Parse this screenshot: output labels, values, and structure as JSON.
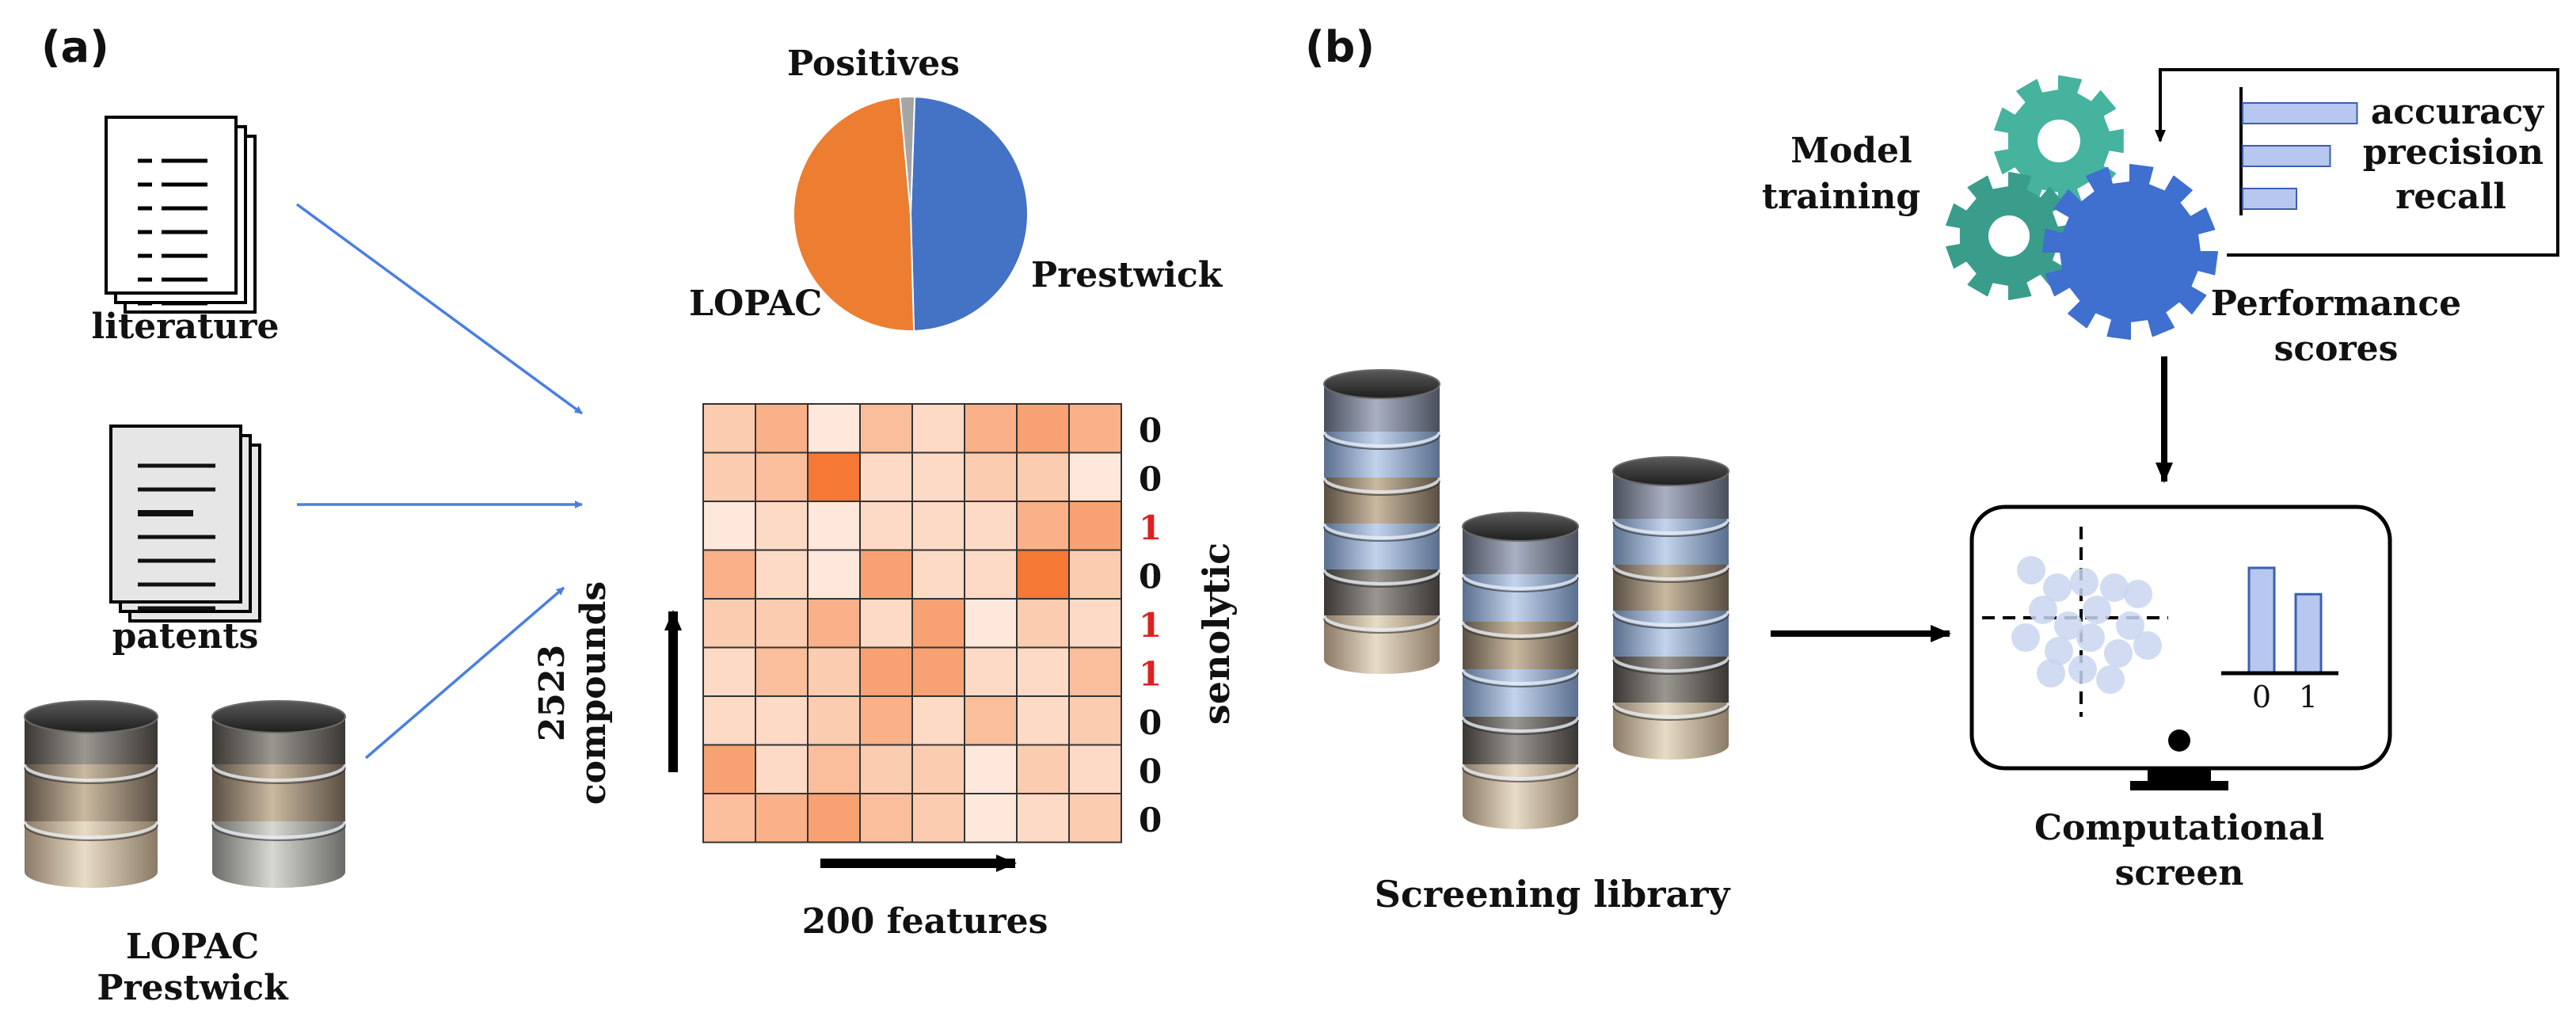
{
  "panels": {
    "a": {
      "label": "(a)",
      "sources": {
        "literature": "literature",
        "patents": "patents",
        "databases_line1": "LOPAC",
        "databases_line2": "Prestwick"
      },
      "pie": {
        "title": "Positives",
        "labels": [
          "LOPAC",
          "Prestwick"
        ]
      },
      "matrix": {
        "y_label_line1": "2523",
        "y_label_line2": "compounds",
        "x_label": "200 features",
        "target_label": "senolytic",
        "target_values": [
          "0",
          "0",
          "1",
          "0",
          "1",
          "1",
          "0",
          "0",
          "0"
        ]
      }
    },
    "b": {
      "label": "(b)",
      "model_training_line1": "Model",
      "model_training_line2": "training",
      "metrics": [
        "accuracy",
        "precision",
        "recall"
      ],
      "performance_line1": "Performance",
      "performance_line2": "scores",
      "library_label": "Screening library",
      "screen_line1": "Computational",
      "screen_line2": "screen",
      "bar_ticks": [
        "0",
        "1"
      ]
    }
  },
  "chart_data": [
    {
      "type": "pie",
      "title": "Positives",
      "labels": [
        "Prestwick",
        "LOPAC",
        ""
      ],
      "values": [
        49,
        49,
        2
      ],
      "colors": [
        "#4472c4",
        "#ed7d31",
        "#a5a5a5"
      ]
    },
    {
      "type": "heatmap",
      "rows": 9,
      "cols": 8,
      "values": [
        [
          0.3,
          0.5,
          0.1,
          0.4,
          0.2,
          0.5,
          0.6,
          0.5
        ],
        [
          0.3,
          0.4,
          0.9,
          0.2,
          0.2,
          0.3,
          0.3,
          0.1
        ],
        [
          0.1,
          0.2,
          0.1,
          0.2,
          0.2,
          0.2,
          0.5,
          0.6
        ],
        [
          0.5,
          0.2,
          0.1,
          0.6,
          0.2,
          0.2,
          0.9,
          0.3
        ],
        [
          0.3,
          0.3,
          0.5,
          0.2,
          0.6,
          0.1,
          0.3,
          0.2
        ],
        [
          0.2,
          0.4,
          0.3,
          0.6,
          0.6,
          0.2,
          0.2,
          0.4
        ],
        [
          0.2,
          0.2,
          0.3,
          0.5,
          0.2,
          0.4,
          0.2,
          0.3
        ],
        [
          0.6,
          0.2,
          0.4,
          0.3,
          0.3,
          0.1,
          0.3,
          0.2
        ],
        [
          0.4,
          0.5,
          0.6,
          0.4,
          0.3,
          0.1,
          0.2,
          0.3
        ]
      ],
      "color_low": "#fff6f0",
      "color_high": "#f46a1f"
    },
    {
      "type": "bar",
      "categories": [
        "accuracy",
        "precision",
        "recall"
      ],
      "values": [
        0.85,
        0.65,
        0.4
      ],
      "colors": [
        "#b7c7ef"
      ]
    },
    {
      "type": "scatter",
      "points_color": "#c9d5ef"
    },
    {
      "type": "bar",
      "categories": [
        "0",
        "1"
      ],
      "values": [
        1.0,
        0.75
      ],
      "colors": [
        "#b7c7ef"
      ]
    }
  ],
  "colors": {
    "arrow_blue": "#4a7fe0",
    "gear_teal": "#3a9d8c",
    "gear_teal_light": "#45b39d",
    "gear_blue": "#3f6fcf",
    "target_red": "#e02020",
    "text": "#111111"
  },
  "icons": [
    "document-stack-icon",
    "database-icon",
    "gear-icon",
    "monitor-icon",
    "arrow-icon"
  ]
}
